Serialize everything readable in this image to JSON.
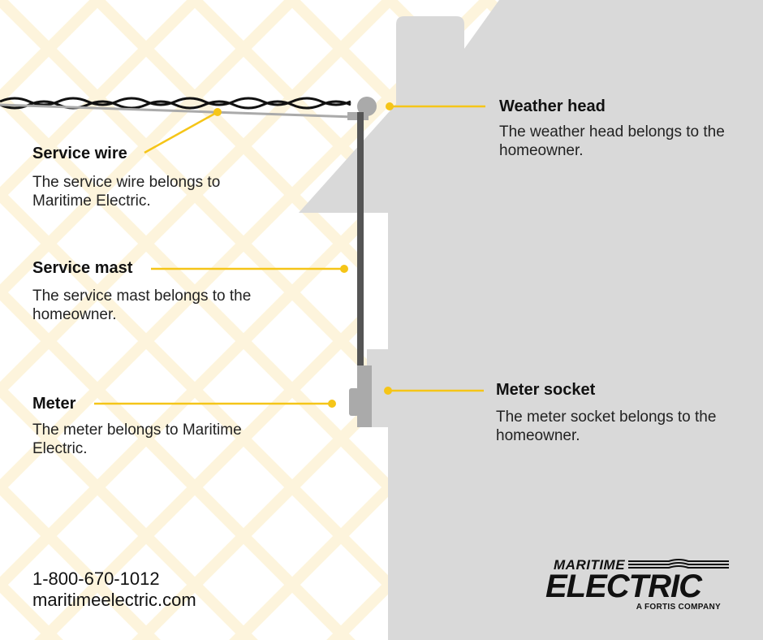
{
  "colors": {
    "background": "#ffffff",
    "pattern": "#fdf4dc",
    "house": "#d9d9d9",
    "mast": "#555555",
    "hardware": "#aaaaaa",
    "accent": "#f5c518",
    "text": "#111111"
  },
  "labels": {
    "service_wire": {
      "title": "Service wire",
      "description": "The service wire belongs to Maritime Electric."
    },
    "service_mast": {
      "title": "Service mast",
      "description": "The service mast belongs to the homeowner."
    },
    "meter": {
      "title": "Meter",
      "description": "The meter belongs to Maritime Electric."
    },
    "weather_head": {
      "title": "Weather head",
      "description": "The weather head belongs to the homeowner."
    },
    "meter_socket": {
      "title": "Meter socket",
      "description": "The meter socket belongs to the homeowner."
    }
  },
  "contact": {
    "phone": "1-800-670-1012",
    "website": "maritimeelectric.com"
  },
  "logo": {
    "line1": "MARITIME",
    "line2": "ELECTRIC",
    "tagline": "A FORTIS COMPANY"
  }
}
